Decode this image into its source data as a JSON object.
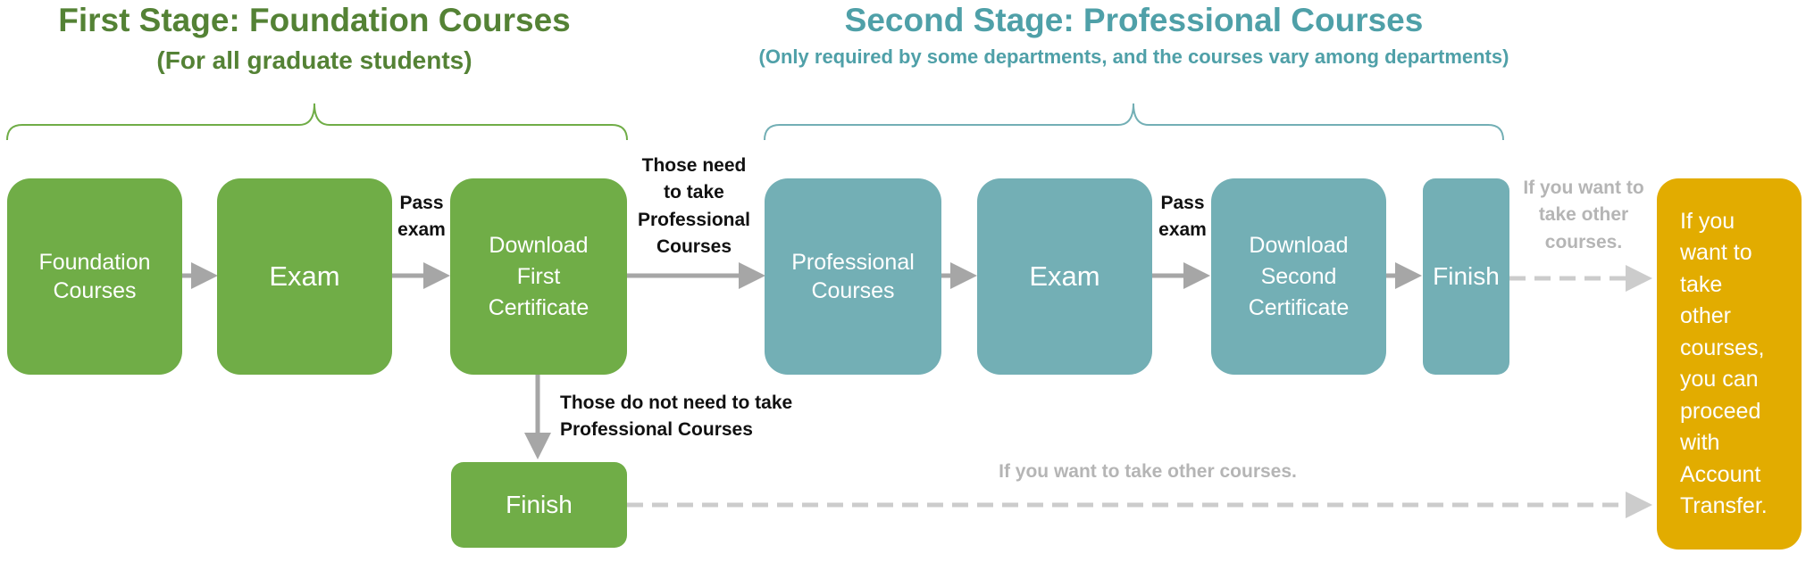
{
  "stage1": {
    "title": "First Stage: Foundation Courses",
    "subtitle": "(For all graduate students)"
  },
  "stage2": {
    "title": "Second Stage: Professional Courses",
    "subtitle": "(Only required by some departments, and the courses vary among departments)"
  },
  "boxes": {
    "foundation_courses": "Foundation Courses",
    "exam1": "Exam",
    "download_first": "Download First Certificate",
    "finish1": "Finish",
    "professional_courses": "Professional Courses",
    "exam2": "Exam",
    "download_second": "Download Second Certificate",
    "finish2": "Finish",
    "account_transfer": "If you want to take other courses, you can proceed with Account Transfer."
  },
  "labels": {
    "pass_exam_1": "Pass exam",
    "pass_exam_2": "Pass exam",
    "need_professional": "Those need to take Professional Courses",
    "no_need_professional": "Those do not need to take Professional Courses",
    "other_courses_top": "If you want to take other courses.",
    "other_courses_bottom": "If you want to take other courses."
  },
  "colors": {
    "stage1": "#70ad47",
    "stage1_title": "#548235",
    "stage2": "#73afb5",
    "stage2_title": "#4fa0a8",
    "account_transfer": "#e2ac00",
    "arrow": "#a6a6a6",
    "dashed_arrow": "#cccccc"
  }
}
